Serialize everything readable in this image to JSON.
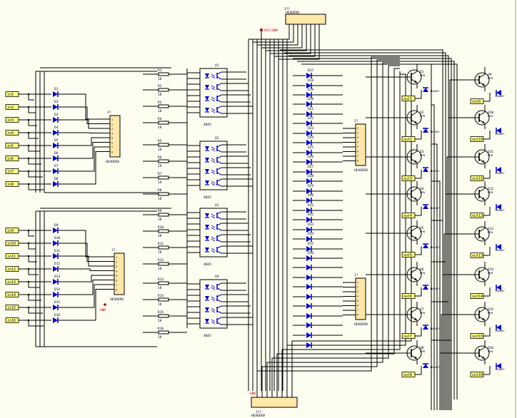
{
  "colors": {
    "background": "#fdfdf0",
    "wire": "#000000",
    "component": "#0000cc",
    "body_fill": "#ffe8a8",
    "label": "#000033",
    "port_fill": "#ffff80",
    "power": "#aa0000"
  },
  "header_top": {
    "ref": "J??",
    "part": "HEADER8",
    "power_label": "VCC/GND"
  },
  "header_bottom": {
    "ref": "J??",
    "part": "HEADER8",
    "power_label": "GND"
  },
  "left_header_1": {
    "ref": "J?",
    "part": "HEADER8",
    "pins": [
      "1",
      "2",
      "3",
      "4",
      "5",
      "6",
      "7",
      "8"
    ]
  },
  "left_header_2": {
    "ref": "J?",
    "part": "HEADER8",
    "pins": [
      "1",
      "2",
      "3",
      "4",
      "5",
      "6",
      "7",
      "8"
    ],
    "power_label": "GND"
  },
  "mid_header_1": {
    "ref": "J?",
    "part": "HEADER8",
    "pins": [
      "1",
      "2",
      "3",
      "4",
      "5",
      "6",
      "7",
      "8"
    ]
  },
  "mid_header_2": {
    "ref": "J?",
    "part": "HEADER8",
    "pins": [
      "1",
      "2",
      "3",
      "4",
      "5",
      "6",
      "7",
      "8"
    ]
  },
  "inputs_top": [
    "in1",
    "in2",
    "in3",
    "in4",
    "in5",
    "in6",
    "in7",
    "in8"
  ],
  "inputs_bottom": [
    "in9",
    "in10",
    "in11",
    "in12",
    "in13",
    "in14",
    "in15",
    "in16"
  ],
  "left_diodes_top": [
    "D1",
    "D2",
    "D3",
    "D4",
    "D5",
    "D6",
    "D7",
    "D8"
  ],
  "left_diodes_bottom": [
    "D9",
    "D10",
    "D11",
    "D12",
    "D13",
    "D14",
    "D15",
    "D16"
  ],
  "resistors": [
    "R1",
    "R2",
    "R3",
    "R4",
    "R5",
    "R6",
    "R7",
    "R8",
    "R9",
    "R10",
    "R11",
    "R12",
    "R13",
    "R14",
    "R15",
    "R16"
  ],
  "resistor_value": "1K",
  "optocouplers": [
    {
      "ref": "U1",
      "part": "4N35"
    },
    {
      "ref": "U2",
      "part": "4N35"
    },
    {
      "ref": "U3",
      "part": "4N35"
    },
    {
      "ref": "U4",
      "part": "4N35"
    }
  ],
  "mid_diodes": [
    "D17",
    "D18",
    "D19",
    "D20",
    "D21",
    "D22",
    "D23",
    "D24",
    "D25",
    "D26",
    "D27",
    "D28",
    "D29",
    "D30",
    "D31",
    "D32",
    "D33",
    "D34",
    "D35",
    "D36"
  ],
  "transistors_left": [
    "Q1",
    "Q2",
    "Q3",
    "Q4",
    "Q5",
    "Q6",
    "Q7",
    "Q8"
  ],
  "transistors_right": [
    "Q9",
    "Q10",
    "Q11",
    "Q12",
    "Q13",
    "Q14",
    "Q15",
    "Q16"
  ],
  "transistor_part": "NPN",
  "flyback_part": "1N4007",
  "outputs_left": [
    "out1",
    "out2",
    "out3",
    "out4",
    "out5",
    "out6",
    "out7",
    "out8"
  ],
  "outputs_right": [
    "out9",
    "out10",
    "out11",
    "out12",
    "out13",
    "out14",
    "out15",
    "out16"
  ]
}
